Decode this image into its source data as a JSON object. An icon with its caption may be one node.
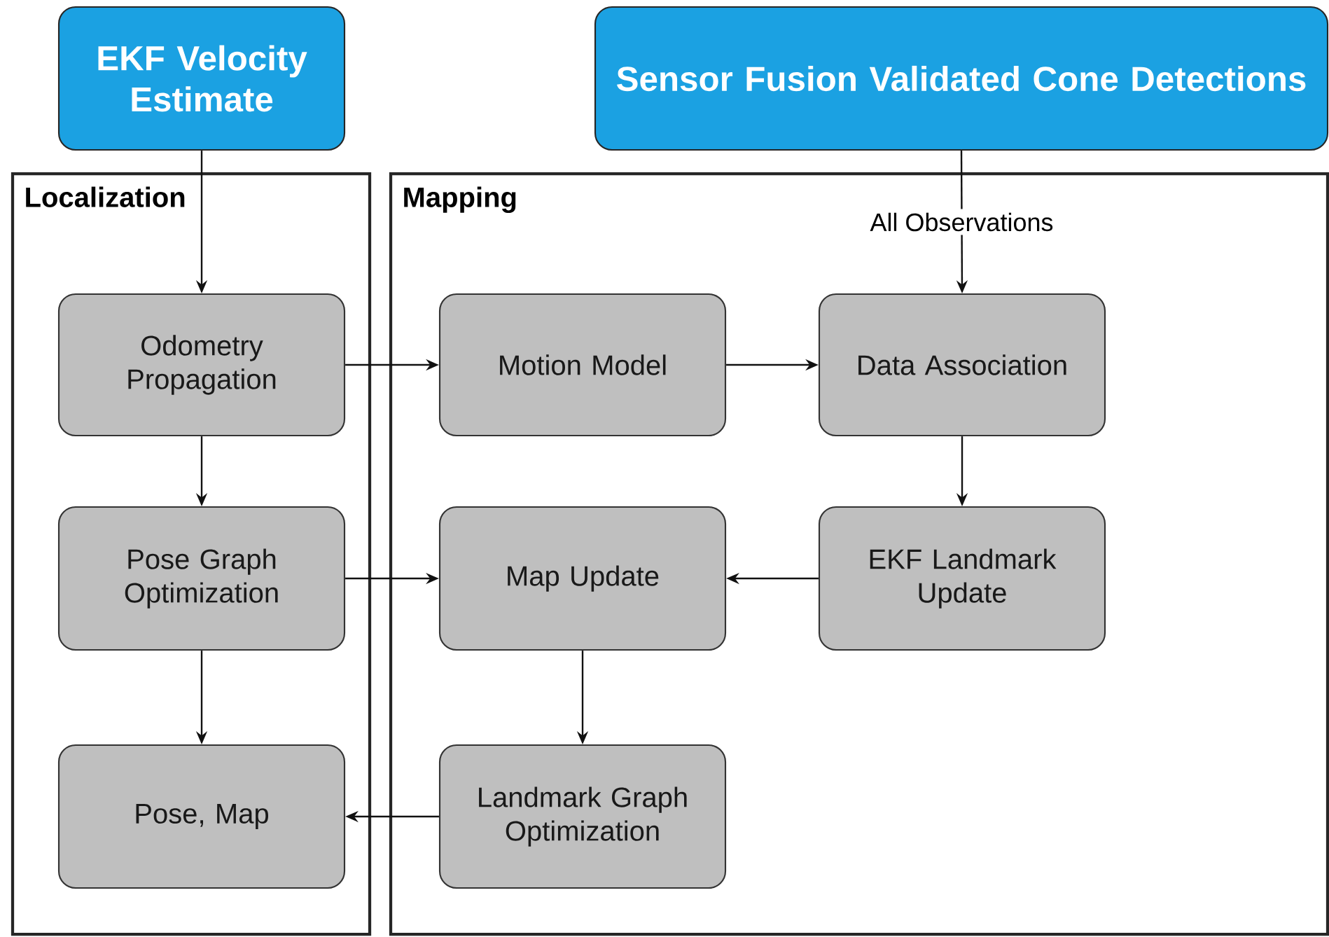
{
  "diagram": {
    "nodes": [
      {
        "text": [
          "EKF Velocity Estimate"
        ]
      },
      {
        "text": [
          "Sensor Fusion Validated Cone Detections"
        ]
      },
      {
        "text": [
          "Localization"
        ]
      },
      {
        "text": [
          "Mapping"
        ]
      },
      {
        "text": [
          "Odometry Propagation"
        ],
        "in": 2
      },
      {
        "text": [
          "Motion Model"
        ],
        "in": 3
      },
      {
        "text": [
          "Data Association"
        ],
        "in": 3
      },
      {
        "text": [
          "Pose Graph Optimization"
        ],
        "in": 2
      },
      {
        "text": [
          "Map Update"
        ],
        "in": 3
      },
      {
        "text": [
          "EKF Landmark Update"
        ],
        "in": 3
      },
      {
        "text": [
          "Pose, Map"
        ],
        "in": 2
      },
      {
        "text": [
          "Landmark Graph Optimization"
        ],
        "in": 3
      }
    ],
    "edges": [
      {
        "from": 0,
        "to": 4,
        "arrow": "to"
      },
      {
        "from": 1,
        "to": 6,
        "arrow": "to",
        "label": "All Observations"
      },
      {
        "from": 4,
        "to": 5,
        "arrow": "to"
      },
      {
        "from": 5,
        "to": 6,
        "arrow": "to"
      },
      {
        "from": 4,
        "to": 7,
        "arrow": "to"
      },
      {
        "from": 6,
        "to": 9,
        "arrow": "to"
      },
      {
        "from": 7,
        "to": 8,
        "arrow": "to"
      },
      {
        "from": 9,
        "to": 8,
        "arrow": "to"
      },
      {
        "from": 7,
        "to": 10,
        "arrow": "to"
      },
      {
        "from": 8,
        "to": 11,
        "arrow": "to"
      },
      {
        "from": 11,
        "to": 10,
        "arrow": "to"
      }
    ]
  }
}
